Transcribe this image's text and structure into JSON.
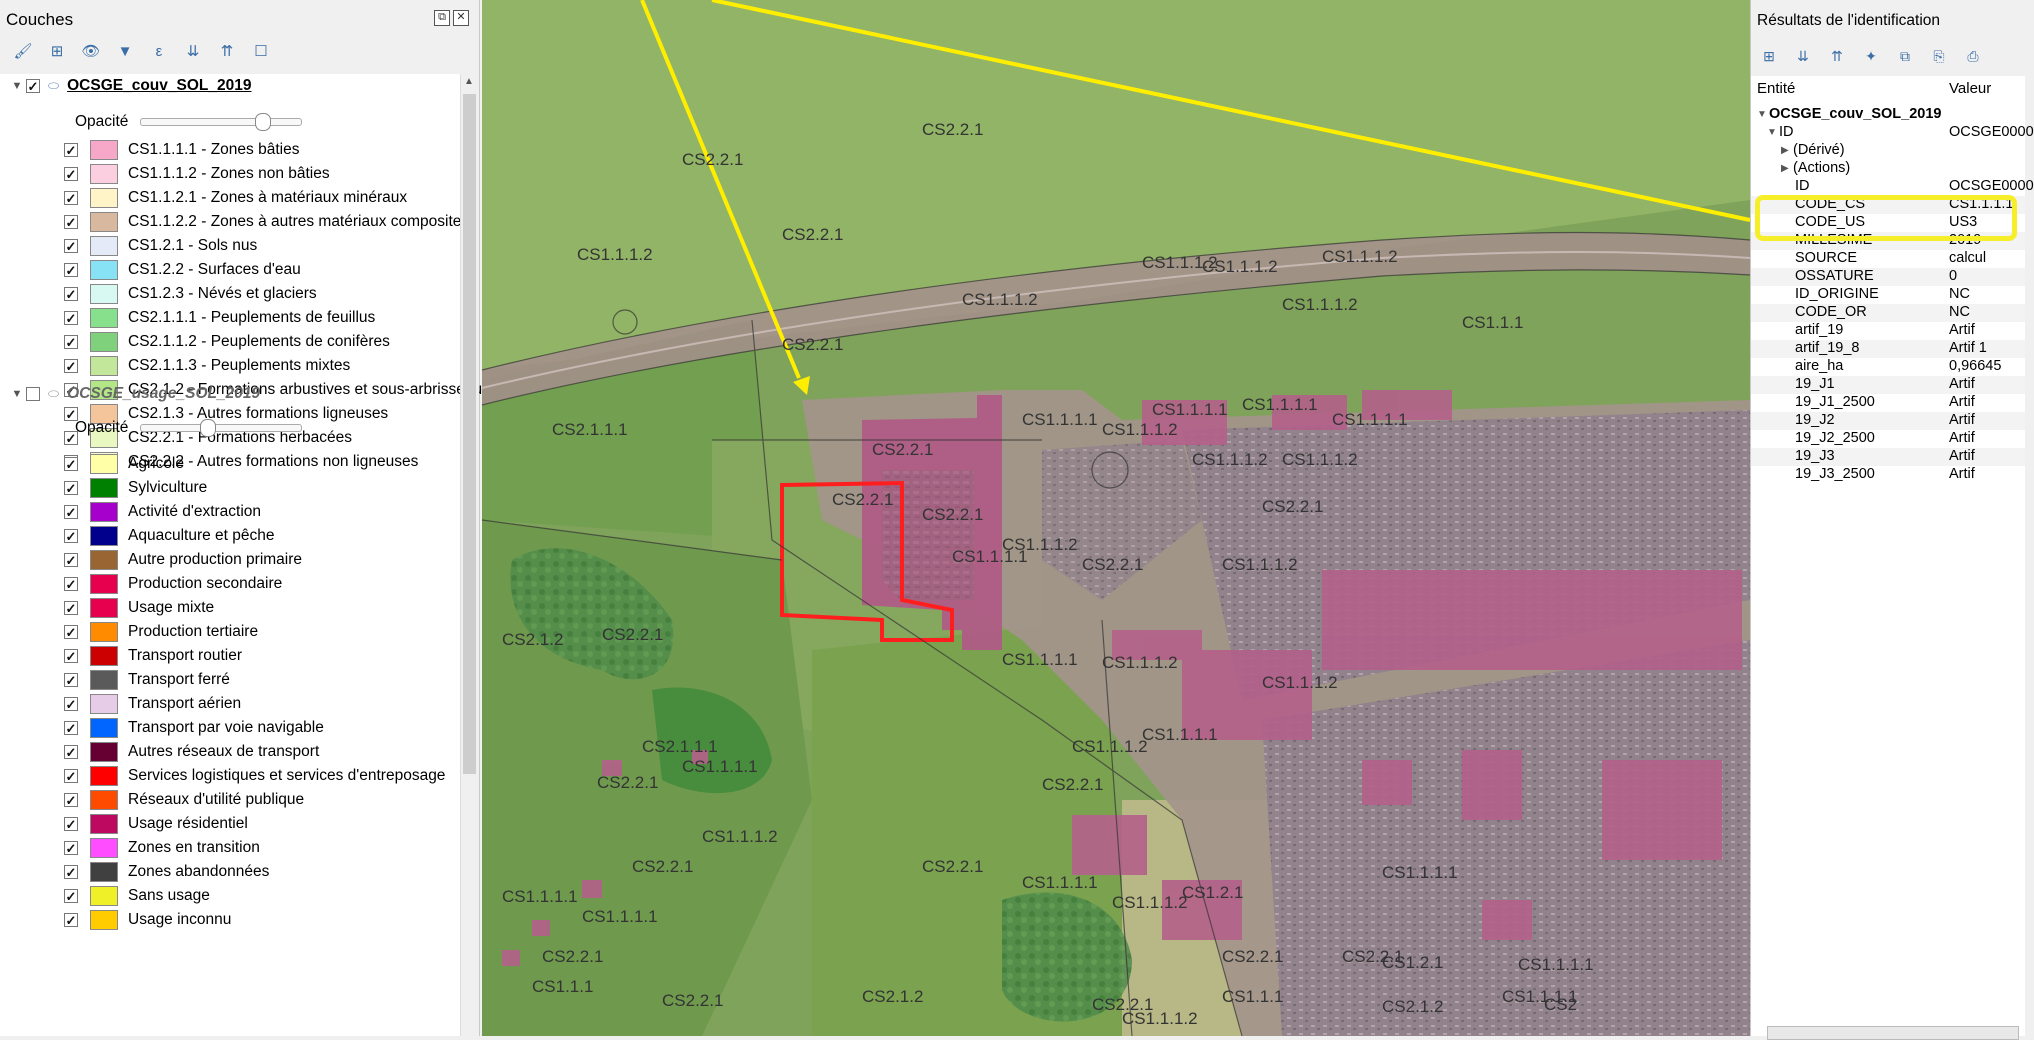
{
  "layers_panel": {
    "title": "Couches",
    "group1": {
      "name": "OCSGE_couv_SOL_2019",
      "opacity_label": "Opacité",
      "opacity_value": 0.78,
      "items": [
        {
          "label": "CS1.1.1.1 - Zones bâties",
          "color": "#f7a8c8"
        },
        {
          "label": "CS1.1.1.2 - Zones non bâties",
          "color": "#fbcfe0"
        },
        {
          "label": "CS1.1.2.1 - Zones à matériaux minéraux",
          "color": "#fff3c8"
        },
        {
          "label": "CS1.1.2.2 - Zones à autres matériaux composites",
          "color": "#d8b89e"
        },
        {
          "label": "CS1.2.1 - Sols nus",
          "color": "#e4eaf8"
        },
        {
          "label": "CS1.2.2 - Surfaces d'eau",
          "color": "#86e2f4"
        },
        {
          "label": "CS1.2.3 - Névés et glaciers",
          "color": "#d8f8f2"
        },
        {
          "label": "CS2.1.1.1 - Peuplements de feuillus",
          "color": "#86e08c"
        },
        {
          "label": "CS2.1.1.2 - Peuplements de conifères",
          "color": "#7fd17c"
        },
        {
          "label": "CS2.1.1.3 - Peuplements mixtes",
          "color": "#c2e69a"
        },
        {
          "label": "CS2.1.2 - Formations arbustives et sous-arbrisseaux",
          "color": "#b2e686"
        },
        {
          "label": "CS2.1.3 - Autres formations ligneuses",
          "color": "#f4c49a"
        },
        {
          "label": "CS2.2.1 - Formations herbacées",
          "color": "#e8f8c0"
        },
        {
          "label": "CS2.2.2 - Autres formations non ligneuses",
          "color": "#f6fad4"
        }
      ]
    },
    "group2": {
      "name": "OCSGE_usage_SOL_2019",
      "opacity_label": "Opacité",
      "opacity_value": 0.4,
      "items": [
        {
          "label": "Agricole",
          "color": "#ffffa8"
        },
        {
          "label": "Sylviculture",
          "color": "#008000"
        },
        {
          "label": "Activité d'extraction",
          "color": "#a600cc"
        },
        {
          "label": "Aquaculture et pêche",
          "color": "#00008c"
        },
        {
          "label": "Autre production primaire",
          "color": "#996633"
        },
        {
          "label": "Production secondaire",
          "color": "#e6004d"
        },
        {
          "label": "Usage mixte",
          "color": "#e6004d"
        },
        {
          "label": "Production tertiaire",
          "color": "#ff8c00"
        },
        {
          "label": "Transport routier",
          "color": "#cc0000"
        },
        {
          "label": "Transport ferré",
          "color": "#5a5a5a"
        },
        {
          "label": "Transport aérien",
          "color": "#e6cce6"
        },
        {
          "label": "Transport par voie navigable",
          "color": "#0066ff"
        },
        {
          "label": "Autres réseaux de transport",
          "color": "#660033"
        },
        {
          "label": "Services logistiques et services d'entreposage",
          "color": "#ff0000"
        },
        {
          "label": "Réseaux d'utilité publique",
          "color": "#ff4b00"
        },
        {
          "label": "Usage résidentiel",
          "color": "#be0961"
        },
        {
          "label": "Zones en transition",
          "color": "#ff4dff"
        },
        {
          "label": "Zones abandonnées",
          "color": "#404040"
        },
        {
          "label": "Sans usage",
          "color": "#f0f028"
        },
        {
          "label": "Usage inconnu",
          "color": "#ffcc00"
        }
      ]
    }
  },
  "identify_panel": {
    "title": "Résultats de l'identification",
    "col_entity": "Entité",
    "col_value": "Valeur",
    "layer_name": "OCSGE_couv_SOL_2019",
    "id_node": {
      "label": "ID",
      "value": "OCSGE0000"
    },
    "derived_label": "(Dérivé)",
    "actions_label": "(Actions)",
    "attributes": [
      {
        "field": "ID",
        "value": "OCSGE0000"
      },
      {
        "field": "CODE_CS",
        "value": "CS1.1.1.1"
      },
      {
        "field": "CODE_US",
        "value": "US3"
      },
      {
        "field": "MILLESIME",
        "value": "2019"
      },
      {
        "field": "SOURCE",
        "value": "calcul"
      },
      {
        "field": "OSSATURE",
        "value": "0"
      },
      {
        "field": "ID_ORIGINE",
        "value": "NC"
      },
      {
        "field": "CODE_OR",
        "value": "NC"
      },
      {
        "field": "artif_19",
        "value": "Artif"
      },
      {
        "field": "artif_19_8",
        "value": "Artif 1"
      },
      {
        "field": "aire_ha",
        "value": "0,96645"
      },
      {
        "field": "19_J1",
        "value": "Artif"
      },
      {
        "field": "19_J1_2500",
        "value": "Artif"
      },
      {
        "field": "19_J2",
        "value": "Artif"
      },
      {
        "field": "19_J2_2500",
        "value": "Artif"
      },
      {
        "field": "19_J3",
        "value": "Artif"
      },
      {
        "field": "19_J3_2500",
        "value": "Artif"
      }
    ]
  },
  "map": {
    "labels": [
      "CS2.2.1",
      "CS2.2.1",
      "CS1.1.1.2",
      "CS2.2.1",
      "CS1.1.1.2",
      "CS1.1.1.2",
      "CS1.1.1.2",
      "CS1.1.1.2",
      "CS1.1.1.2",
      "CS2.1.1.1",
      "CS2.2.1",
      "CS2.2.1",
      "CS1.1.1.1",
      "CS1.1.1.1",
      "CS1.1.1.2",
      "CS1.1.1.1",
      "CS1.1.1.1",
      "CS1.1.1.2",
      "CS1.1.1.2",
      "CS2.2.1",
      "CS2.2.1",
      "CS2.2.1",
      "CS1.1.1.1",
      "CS1.1.1.2",
      "CS2.2.1",
      "CS1.1.1.2",
      "CS2.1.2",
      "CS2.2.1",
      "CS1.1.1.1",
      "CS1.1.1.2",
      "CS1.1.1.2",
      "CS1.1.1.1",
      "CS1.1.1.2",
      "CS2.1.1.1",
      "CS1.1.1.1",
      "CS2.2.1",
      "CS2.2.1",
      "CS2.2.1",
      "CS1.1.1.2",
      "CS2.2.1",
      "CS1.1.1.1",
      "CS1.1.1.2",
      "CS1.2.1",
      "CS1.1.1.1",
      "CS1.1.1.1",
      "CS1.1.1.1",
      "CS2.2.1",
      "CS1.1.1",
      "CS2.2.1",
      "CS2.1.2",
      "CS1.1.1",
      "CS1.2.1",
      "CS2.2.1",
      "CS2.2.1",
      "CS1.1.1.2",
      "CS2.1.2",
      "CS1.1.1.1",
      "CS1.1.1",
      "CS2.2.1",
      "CS1.1.1.1",
      "CS2"
    ]
  }
}
